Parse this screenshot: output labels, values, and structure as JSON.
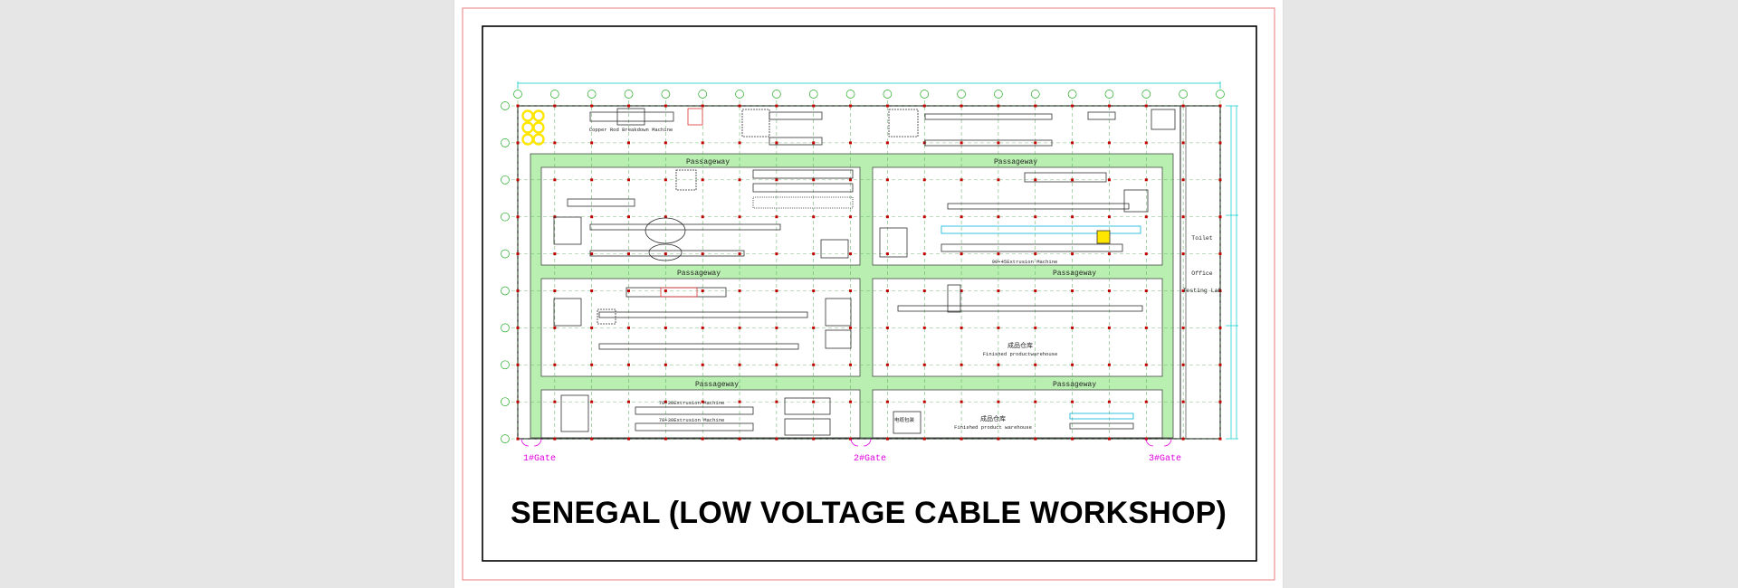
{
  "drawing": {
    "title": "SENEGAL (LOW VOLTAGE CABLE WORKSHOP)",
    "passageway_label": "Passageway",
    "gates": [
      "1#Gate",
      "2#Gate",
      "3#Gate"
    ],
    "rooms": [
      "Toilet",
      "Office",
      "Testing Lab"
    ],
    "machines": {
      "copper_rod": "Copper Rod Breakdown Machine",
      "extrusion_90_45": "90+45Extrusion Machine",
      "extrusion_70_30_a": "70+30Extrusion Machine",
      "extrusion_70_30_b": "70+30Extrusion Machine"
    },
    "warehouse_cn": "成品仓库",
    "warehouse_en": "Finished productwarehouse",
    "warehouse2_en": "Finished product warehouse",
    "cable_store_cn": "电缆包装"
  },
  "colors": {
    "grid": "#5aaa5a",
    "axis_bubble": "#22aa22",
    "dimension": "#00c8c8",
    "passageway_fill": "#b9efb0",
    "gate": "#e000e0",
    "sheet_border": "#e87b7b",
    "column": "#c00000",
    "machine": "#303030",
    "cyan_line": "#00b4d8",
    "coil": "#ffe600"
  }
}
